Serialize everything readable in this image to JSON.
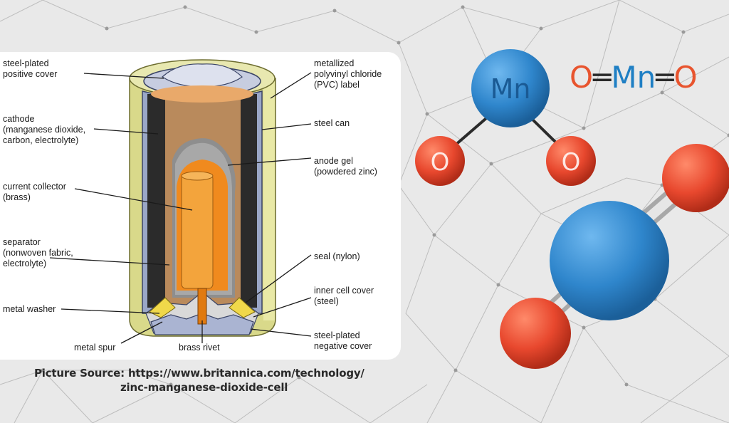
{
  "diagram": {
    "labels": {
      "positive_cover": [
        "steel-plated",
        "positive cover"
      ],
      "cathode": [
        "cathode",
        "(manganese dioxide,",
        "carbon, electrolyte)"
      ],
      "current_collector": [
        "current collector",
        "(brass)"
      ],
      "separator": [
        "separator",
        "(nonwoven fabric,",
        "electrolyte)"
      ],
      "metal_washer": [
        "metal washer"
      ],
      "metal_spur": [
        "metal spur"
      ],
      "brass_rivet": [
        "brass rivet"
      ],
      "pvc_label": [
        "metallized",
        "polyvinyl chloride",
        "(PVC) label"
      ],
      "steel_can": [
        "steel can"
      ],
      "anode_gel": [
        "anode gel",
        "(powdered zinc)"
      ],
      "seal": [
        "seal (nylon)"
      ],
      "inner_cover": [
        "inner cell cover",
        "(steel)"
      ],
      "negative_cover": [
        "steel-plated",
        "negative cover"
      ]
    }
  },
  "source": {
    "line1": "Picture Source: https://www.britannica.com/technology/",
    "line2": "zinc-manganese-dioxide-cell"
  },
  "molecule": {
    "center_atom": "Mn",
    "side_atoms": [
      "O",
      "O"
    ],
    "formula": {
      "left": "O",
      "bond1": "═",
      "center": "Mn",
      "bond2": "═",
      "right": "O"
    },
    "colors": {
      "mn": "#2f86cc",
      "o": "#e8482e",
      "bond": "#2a2a2a",
      "formula_o": "#e8542e",
      "formula_mn": "#1f7fc4"
    }
  }
}
